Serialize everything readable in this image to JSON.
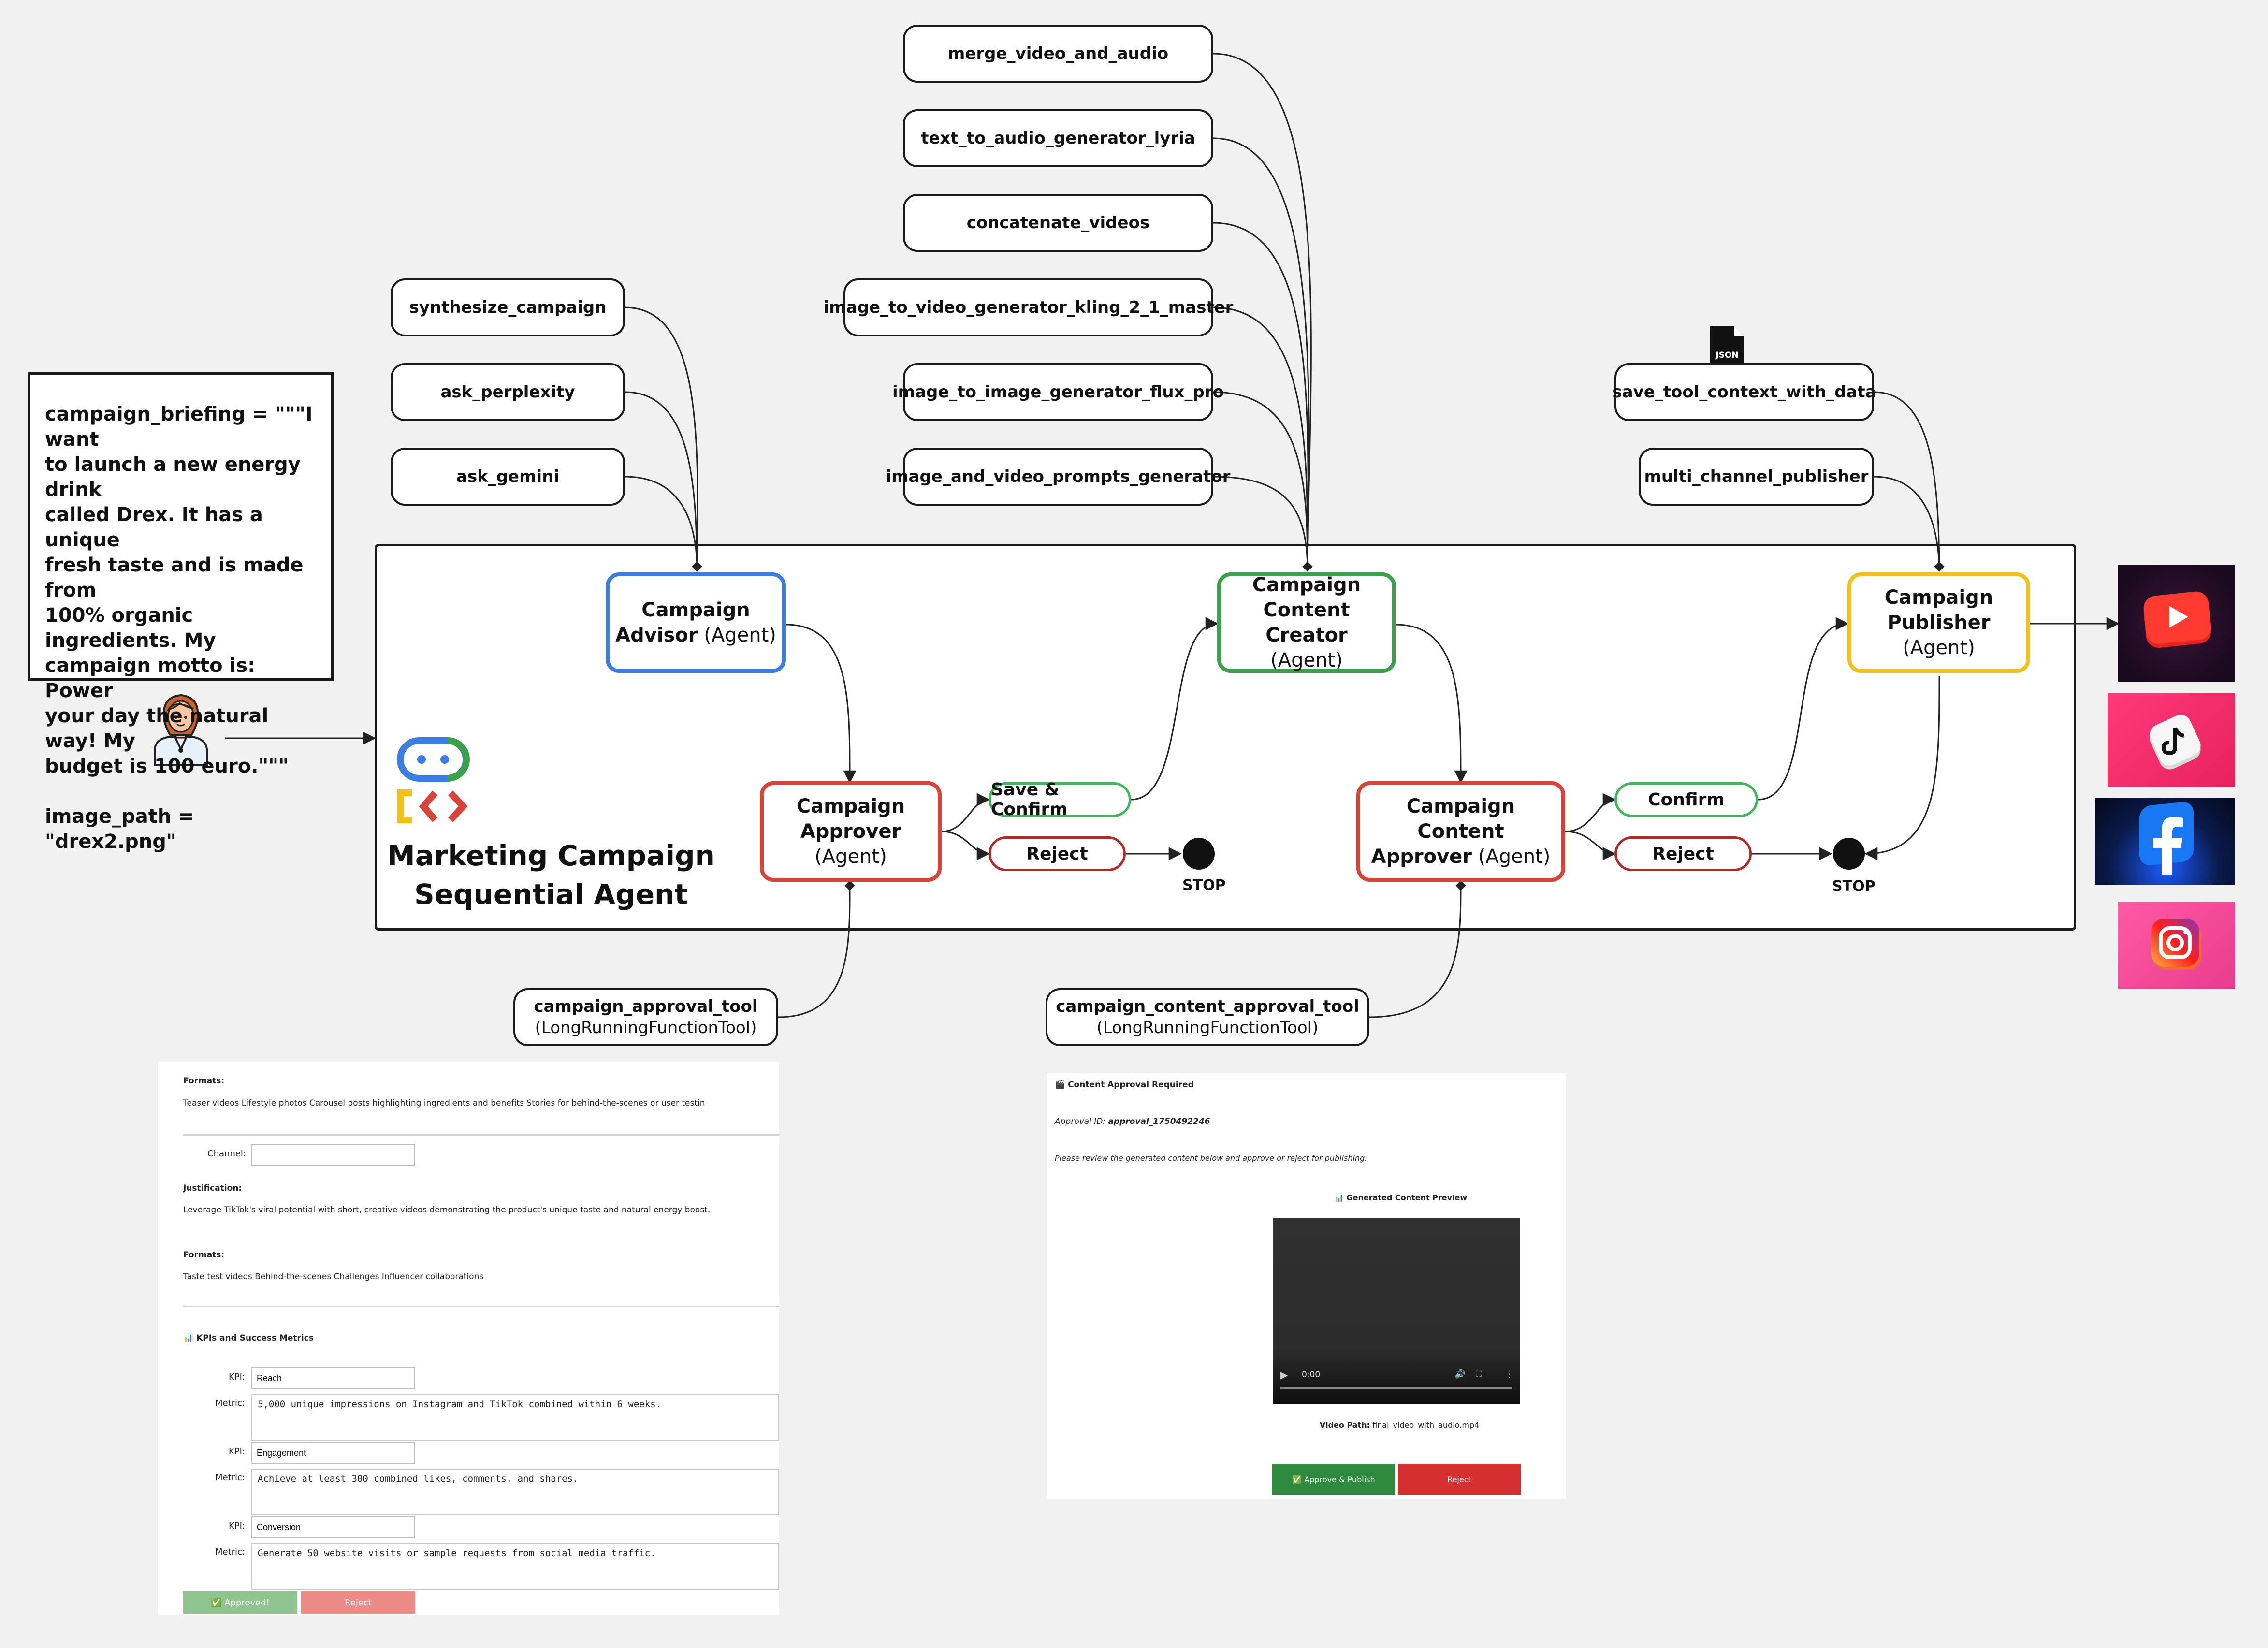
{
  "briefing": {
    "lines": [
      "campaign_briefing = \"\"\"I want",
      "to launch a new energy drink",
      "called Drex. It has a unique",
      "fresh taste and is made from",
      "100% organic ingredients. My",
      "campaign motto is: Power",
      "your day the natural way! My",
      "budget is 100 euro.\"\"\""
    ],
    "image_path": "image_path = \"drex2.png\""
  },
  "title": {
    "line1": "Marketing Campaign",
    "line2": "Sequential Agent"
  },
  "tools": {
    "synthesize_campaign": "synthesize_campaign",
    "ask_perplexity": "ask_perplexity",
    "ask_gemini": "ask_gemini",
    "merge_video_and_audio": "merge_video_and_audio",
    "text_to_audio_generator_lyria": "text_to_audio_generator_lyria",
    "concatenate_videos": "concatenate_videos",
    "image_to_video": "image_to_video_generator_kling_2_1_master",
    "image_to_image": "image_to_image_generator_flux_pro",
    "prompts_generator": "image_and_video_prompts_generator",
    "save_tool_context": "save_tool_context_with_data",
    "multi_channel_publisher": "multi_channel_publisher",
    "json_icon_label": "JSON",
    "approval_tool": {
      "name": "campaign_approval_tool",
      "type": "(LongRunningFunctionTool)"
    },
    "content_approval_tool": {
      "name": "campaign_content_approval_tool",
      "type": "(LongRunningFunctionTool)"
    }
  },
  "agents": {
    "advisor": {
      "name": "Campaign",
      "name2": "Advisor",
      "kind": "(Agent)",
      "color": "#3b7de0"
    },
    "approver": {
      "name": "Campaign",
      "name2": "Approver",
      "kind": "(Agent)",
      "color": "#d9443a"
    },
    "creator": {
      "name": "Campaign",
      "name2": "Content Creator",
      "kind": "(Agent)",
      "color": "#3aa04a"
    },
    "content_approver": {
      "name": "Campaign Content",
      "name2": "Approver",
      "kind": "(Agent)",
      "color": "#d9443a"
    },
    "publisher": {
      "name": "Campaign",
      "name2": "Publisher",
      "kind": "(Agent)",
      "color": "#f2c21b"
    }
  },
  "decisions": {
    "save_confirm": "Save & Confirm",
    "reject1": "Reject",
    "confirm": "Confirm",
    "reject2": "Reject",
    "stop": "STOP",
    "accept_color": "#3fb65a",
    "reject_color": "#b02a2a"
  },
  "channels": [
    "youtube",
    "tiktok",
    "facebook",
    "instagram"
  ],
  "panel_left": {
    "formats1_label": "Formats:",
    "formats1_text": "Teaser videos Lifestyle photos Carousel posts highlighting ingredients and benefits Stories for behind-the-scenes or user testin",
    "channel_label": "Channel:",
    "channel_value": "",
    "justification_label": "Justification:",
    "justification_text": "Leverage TikTok's viral potential with short, creative videos demonstrating the product's unique taste and natural energy boost.",
    "formats2_label": "Formats:",
    "formats2_text": "Taste test videos Behind-the-scenes Challenges Influencer collaborations",
    "kpi_header": "📊 KPIs and Success Metrics",
    "kpi_label": "KPI:",
    "metric_label": "Metric:",
    "kpis": [
      {
        "kpi": "Reach",
        "metric": "5,000 unique impressions on Instagram and TikTok combined within 6 weeks."
      },
      {
        "kpi": "Engagement",
        "metric": "Achieve at least 300 combined likes, comments, and shares."
      },
      {
        "kpi": "Conversion",
        "metric": "Generate 50 website visits or sample requests from social media traffic."
      }
    ],
    "approve_btn": "✅ Approved!",
    "reject_btn": "Reject"
  },
  "panel_right": {
    "heading": "🎬 Content Approval Required",
    "approval_id_label": "Approval ID:",
    "approval_id": "approval_1750492246",
    "instructions": "Please review the generated content below and approve or reject for publishing.",
    "preview_heading": "📊 Generated Content Preview",
    "video_time": "0:00",
    "video_path_label": "Video Path:",
    "video_path": "final_video_with_audio.mp4",
    "approve_btn": "✅ Approve & Publish",
    "reject_btn": "Reject"
  }
}
